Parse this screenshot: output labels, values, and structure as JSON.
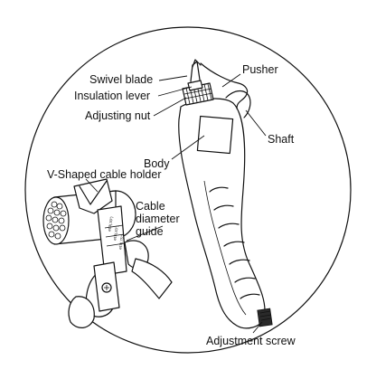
{
  "labels": {
    "swivel_blade": "Swivel blade",
    "insulation_lever": "Insulation lever",
    "adjusting_nut": "Adjusting nut",
    "pusher": "Pusher",
    "shaft": "Shaft",
    "body": "Body",
    "v_shaped_cable_holder": "V-Shaped cable holder",
    "cable_diameter_guide": [
      "Cable",
      "diameter",
      "guide"
    ],
    "adjustment_screw": "Adjustment screw"
  },
  "guide_ticks": [
    "ø13(.50\")",
    "ø16(.63\")",
    "ø19(.75\")"
  ],
  "colors": {
    "ink": "#111111",
    "background": "#ffffff",
    "dark_fill": "#2a2a2a"
  }
}
